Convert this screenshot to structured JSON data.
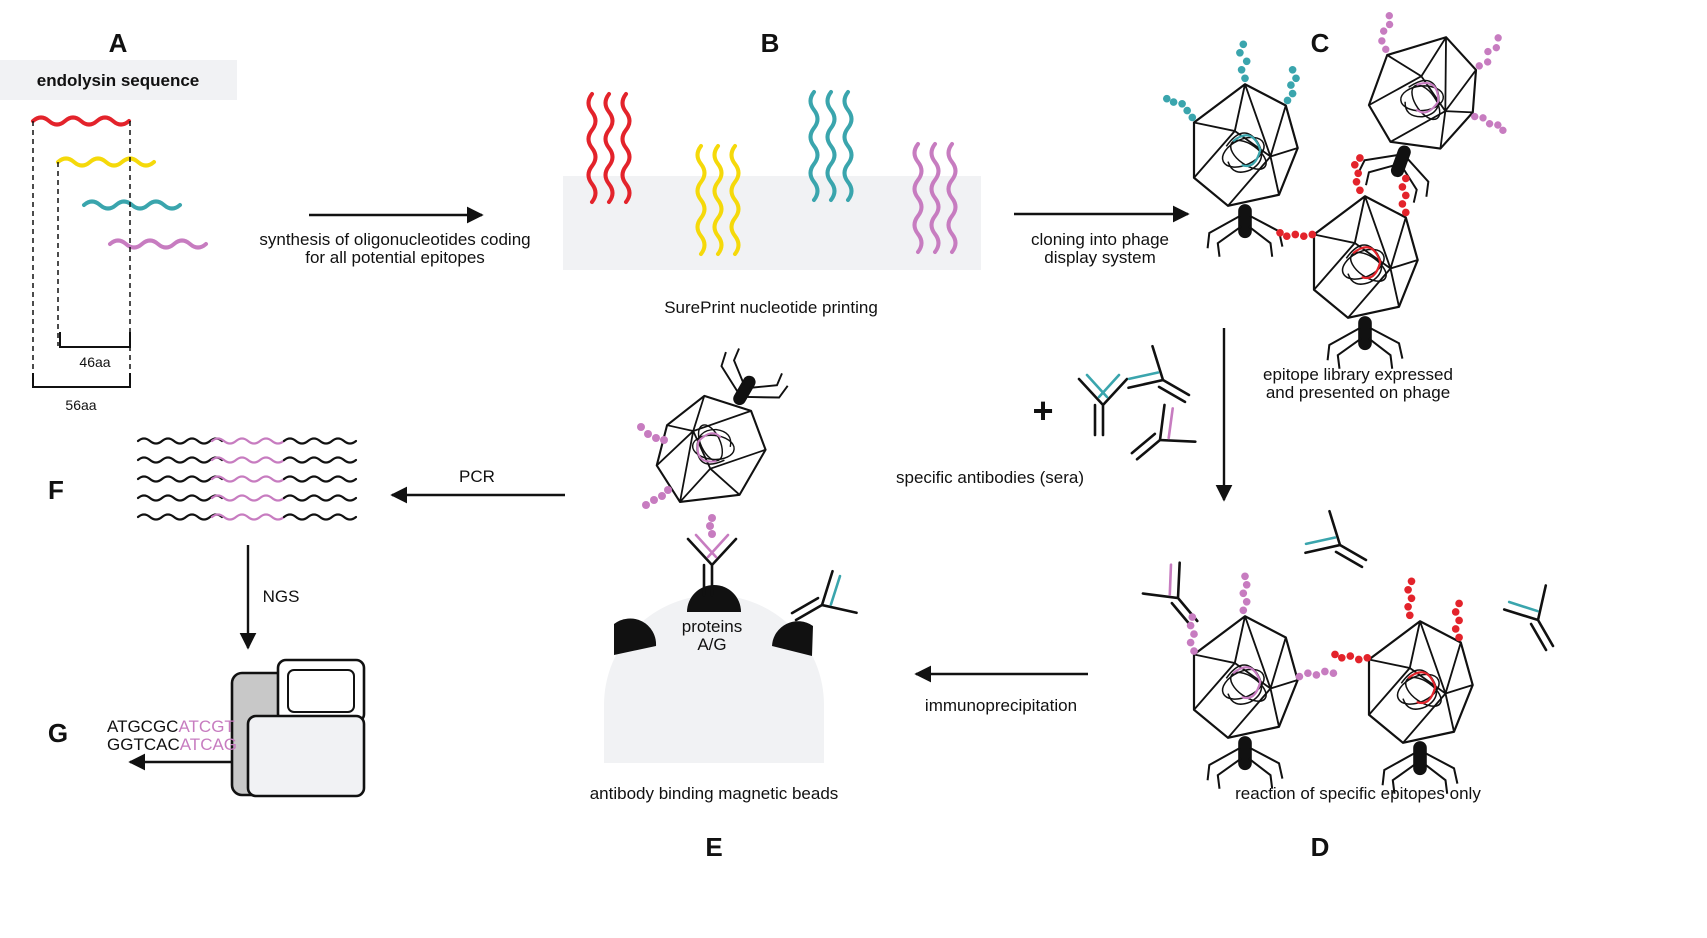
{
  "colors": {
    "red": "#e3232b",
    "yellow": "#f5d90a",
    "teal": "#3aa5ad",
    "pink": "#c77cc0",
    "black": "#111111",
    "light_gray": "#f1f2f4",
    "mid_gray": "#c8c8c8"
  },
  "panels": {
    "A": "A",
    "B": "B",
    "C": "C",
    "D": "D",
    "E": "E",
    "F": "F",
    "G": "G"
  },
  "panel_a": {
    "title": "endolysin sequence",
    "length_short": "46aa",
    "length_long": "56aa"
  },
  "step_synthesis": {
    "line1": "synthesis of oligonucleotides coding",
    "line2": "for all potential epitopes"
  },
  "panel_b": {
    "caption": "SurePrint nucleotide printing"
  },
  "step_cloning": {
    "line1": "cloning into phage",
    "line2": "display system"
  },
  "panel_c": {
    "line1": "epitope library expressed",
    "line2": "and presented on phage"
  },
  "antibodies": {
    "plus": "+",
    "caption": "specific antibodies (sera)"
  },
  "panel_d": {
    "caption": "reaction of specific epitopes only"
  },
  "step_ip": {
    "label": "immunoprecipitation"
  },
  "panel_e": {
    "proteins_line1": "proteins",
    "proteins_line2": "A/G",
    "caption": "antibody binding magnetic beads"
  },
  "step_pcr": {
    "label": "PCR"
  },
  "step_ngs": {
    "label": "NGS"
  },
  "panel_g": {
    "seq1_black": "ATGCGC",
    "seq1_pink": "ATCGT",
    "seq2_black": "GGTCAC",
    "seq2_pink": "ATCAG"
  }
}
